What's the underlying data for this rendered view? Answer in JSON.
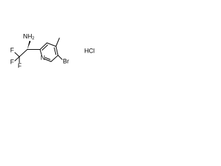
{
  "molecule": {
    "atoms": {
      "amine": "NH",
      "amine_subscript": "2",
      "fluorine_1": "F",
      "fluorine_2": "F",
      "fluorine_3": "F",
      "pyridine_nitrogen": "N",
      "bromine": "Br",
      "salt": "HCl"
    }
  }
}
